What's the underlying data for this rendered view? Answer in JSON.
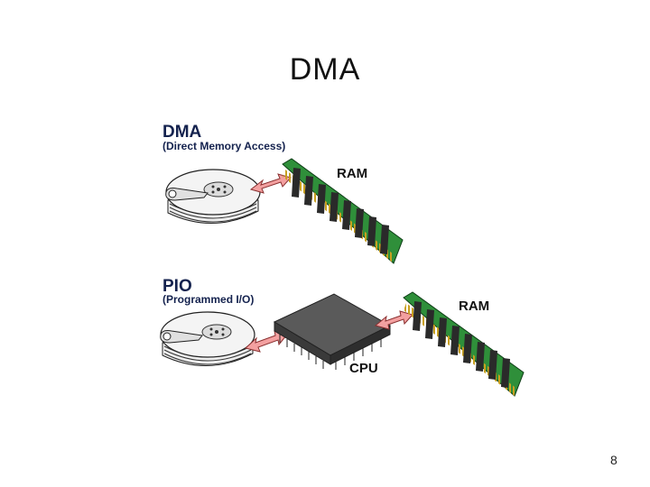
{
  "slide": {
    "title": "DMA",
    "page_number": "8"
  },
  "dma_panel": {
    "heading": "DMA",
    "subheading": "(Direct Memory Access)",
    "ram_label": "RAM"
  },
  "pio_panel": {
    "heading": "PIO",
    "subheading": "(Programmed I/O)",
    "ram_label": "RAM",
    "cpu_label": "CPU"
  },
  "colors": {
    "heading_text": "#14224e",
    "arrow": "#f3a0a0",
    "ram_board": "#2f8f3a",
    "chip": "#555555"
  }
}
